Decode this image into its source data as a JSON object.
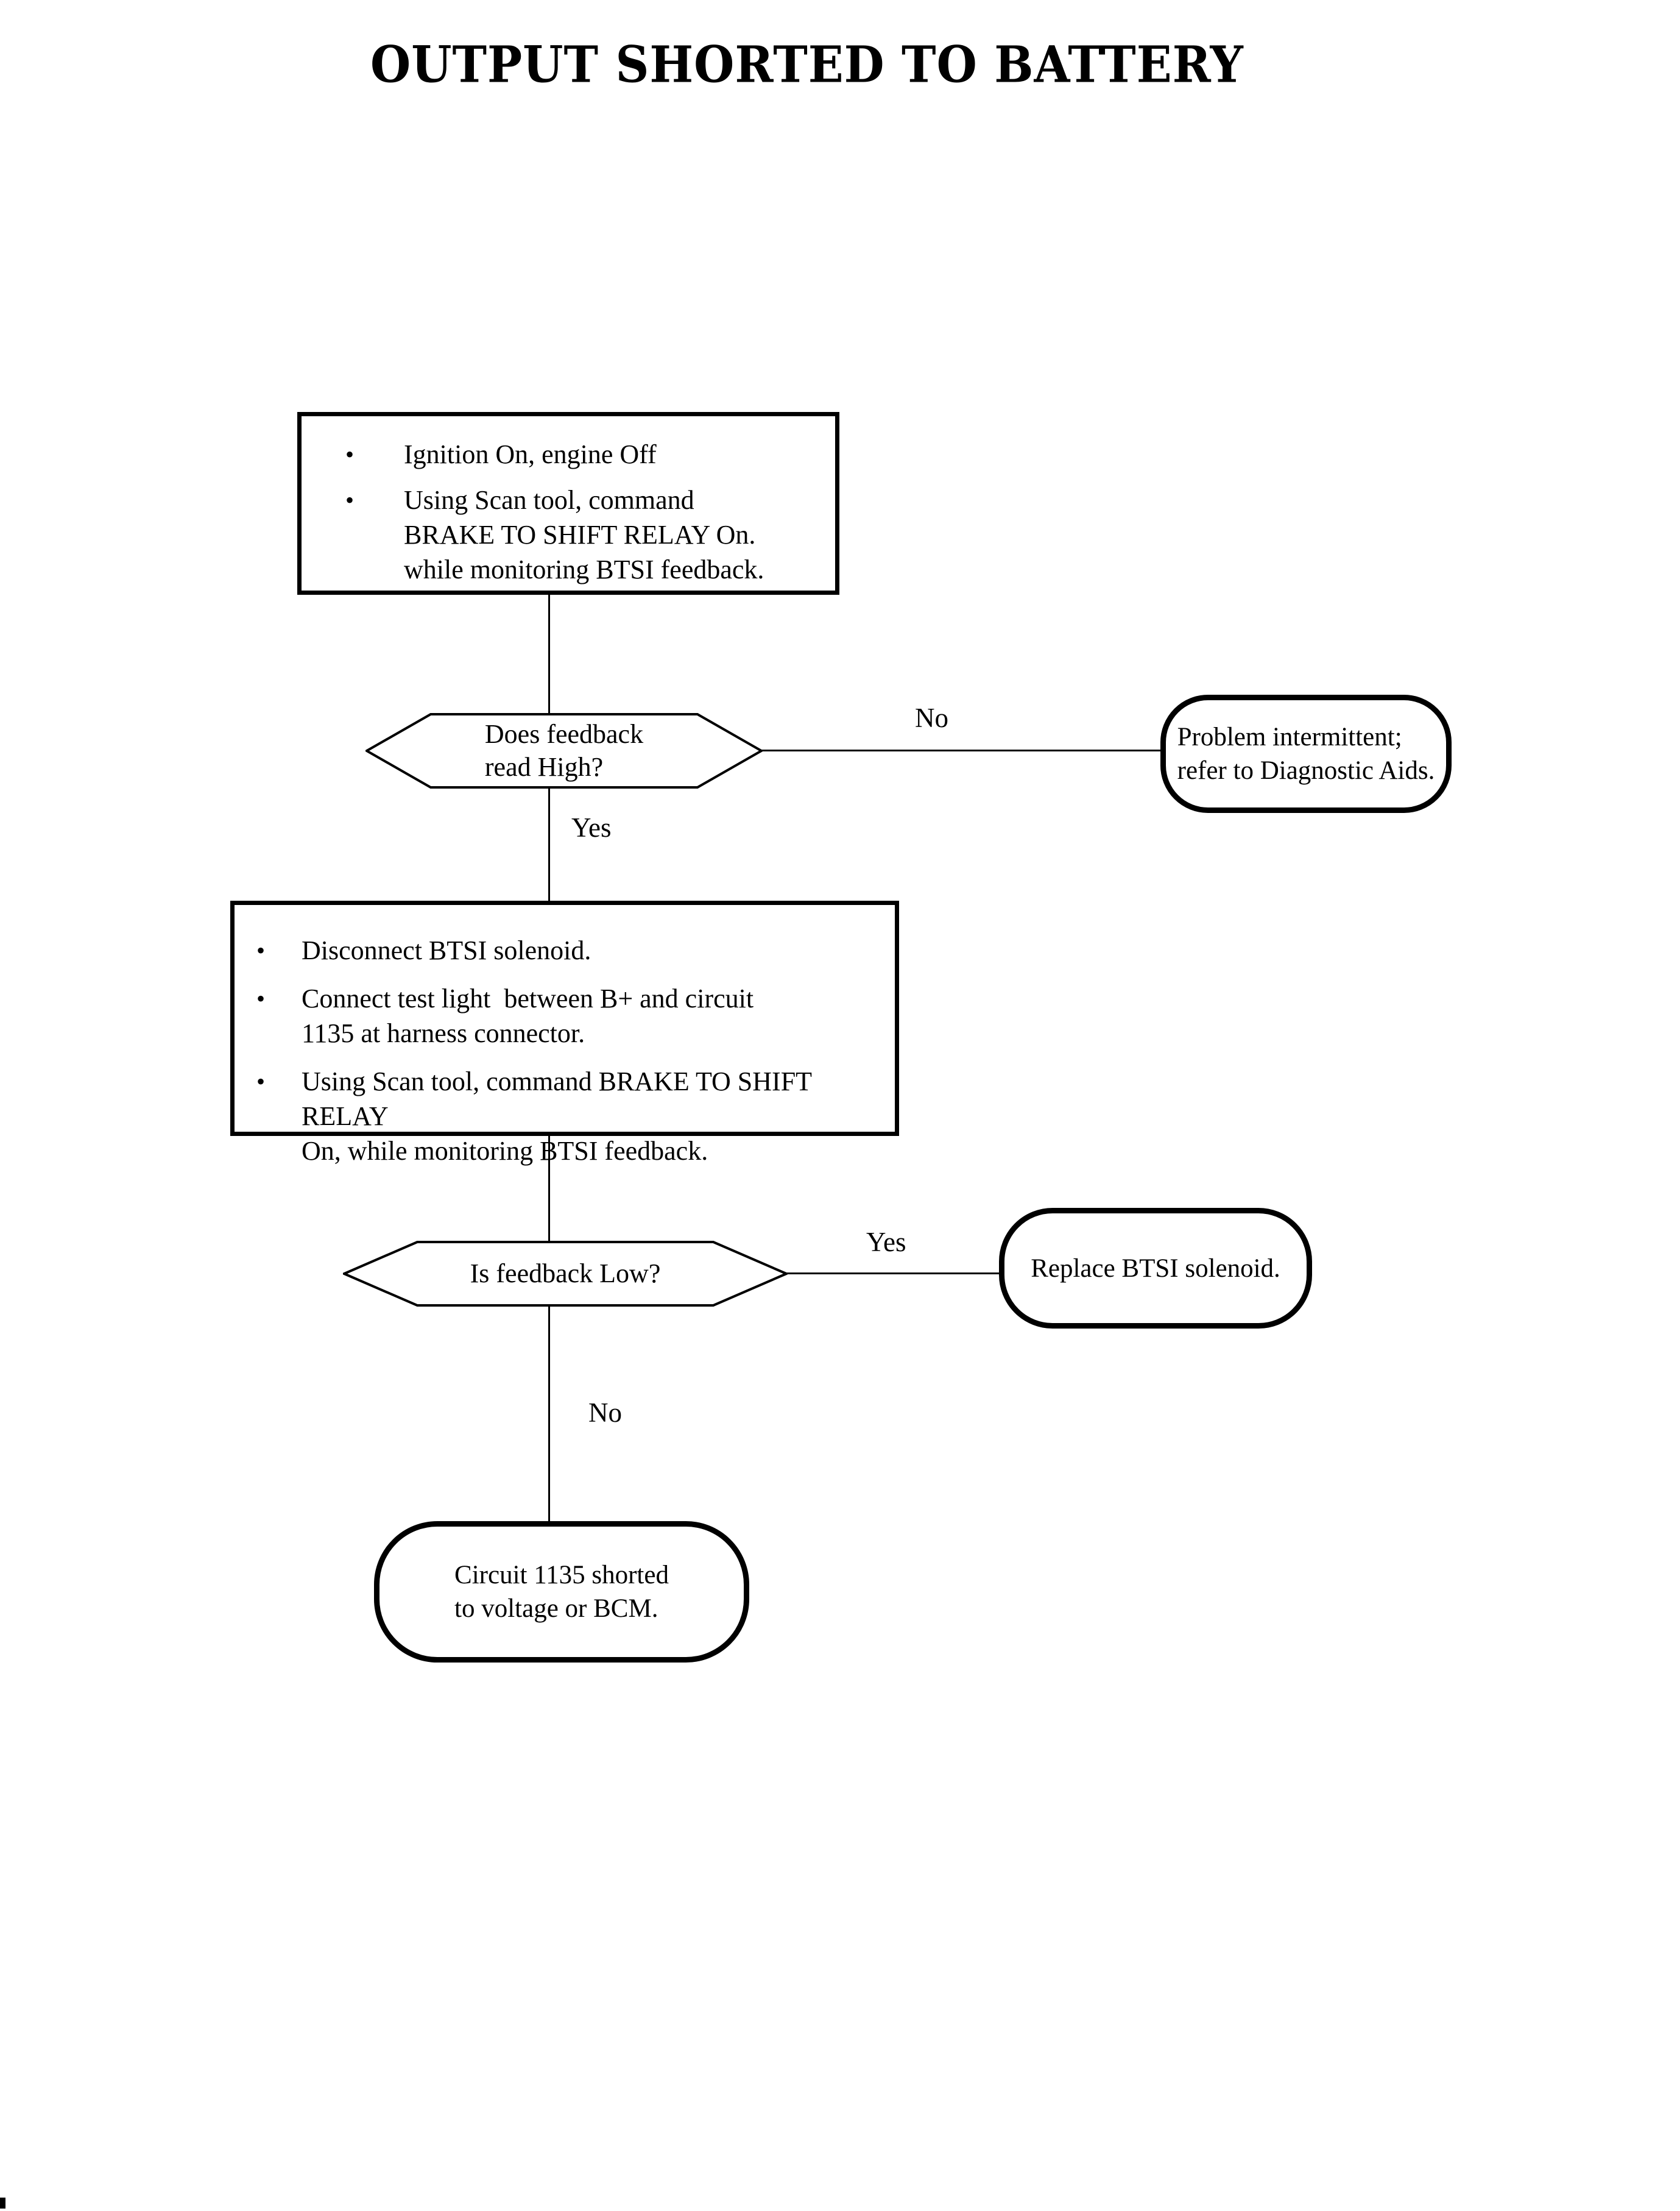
{
  "page": {
    "background": "#ffffff",
    "ink": "#000000"
  },
  "title": "OUTPUT SHORTED TO BATTERY",
  "nodes": {
    "step1": {
      "type": "process",
      "bullets": [
        "Ignition On, engine Off",
        "Using Scan tool, command\nBRAKE TO SHIFT RELAY On.\nwhile monitoring BTSI feedback."
      ],
      "bullet_glyph": "•"
    },
    "decision1": {
      "type": "decision",
      "question": "Does feedback\nread High?"
    },
    "outcome_no1": {
      "type": "terminal",
      "text": "Problem intermittent;\nrefer to Diagnostic Aids."
    },
    "step2": {
      "type": "process",
      "bullets": [
        "Disconnect BTSI solenoid.",
        "Connect test light  between B+ and circuit\n1135 at harness connector.",
        "Using Scan tool, command BRAKE TO SHIFT RELAY\nOn, while monitoring BTSI feedback."
      ],
      "bullet_glyph": "•"
    },
    "decision2": {
      "type": "decision",
      "question": "Is feedback Low?"
    },
    "outcome_yes2": {
      "type": "terminal",
      "text": "Replace BTSI solenoid."
    },
    "outcome_no2": {
      "type": "terminal",
      "text": "Circuit 1135 shorted\nto voltage or BCM."
    }
  },
  "edge_labels": {
    "decision1_no": "No",
    "decision1_yes": "Yes",
    "decision2_yes": "Yes",
    "decision2_no": "No"
  }
}
